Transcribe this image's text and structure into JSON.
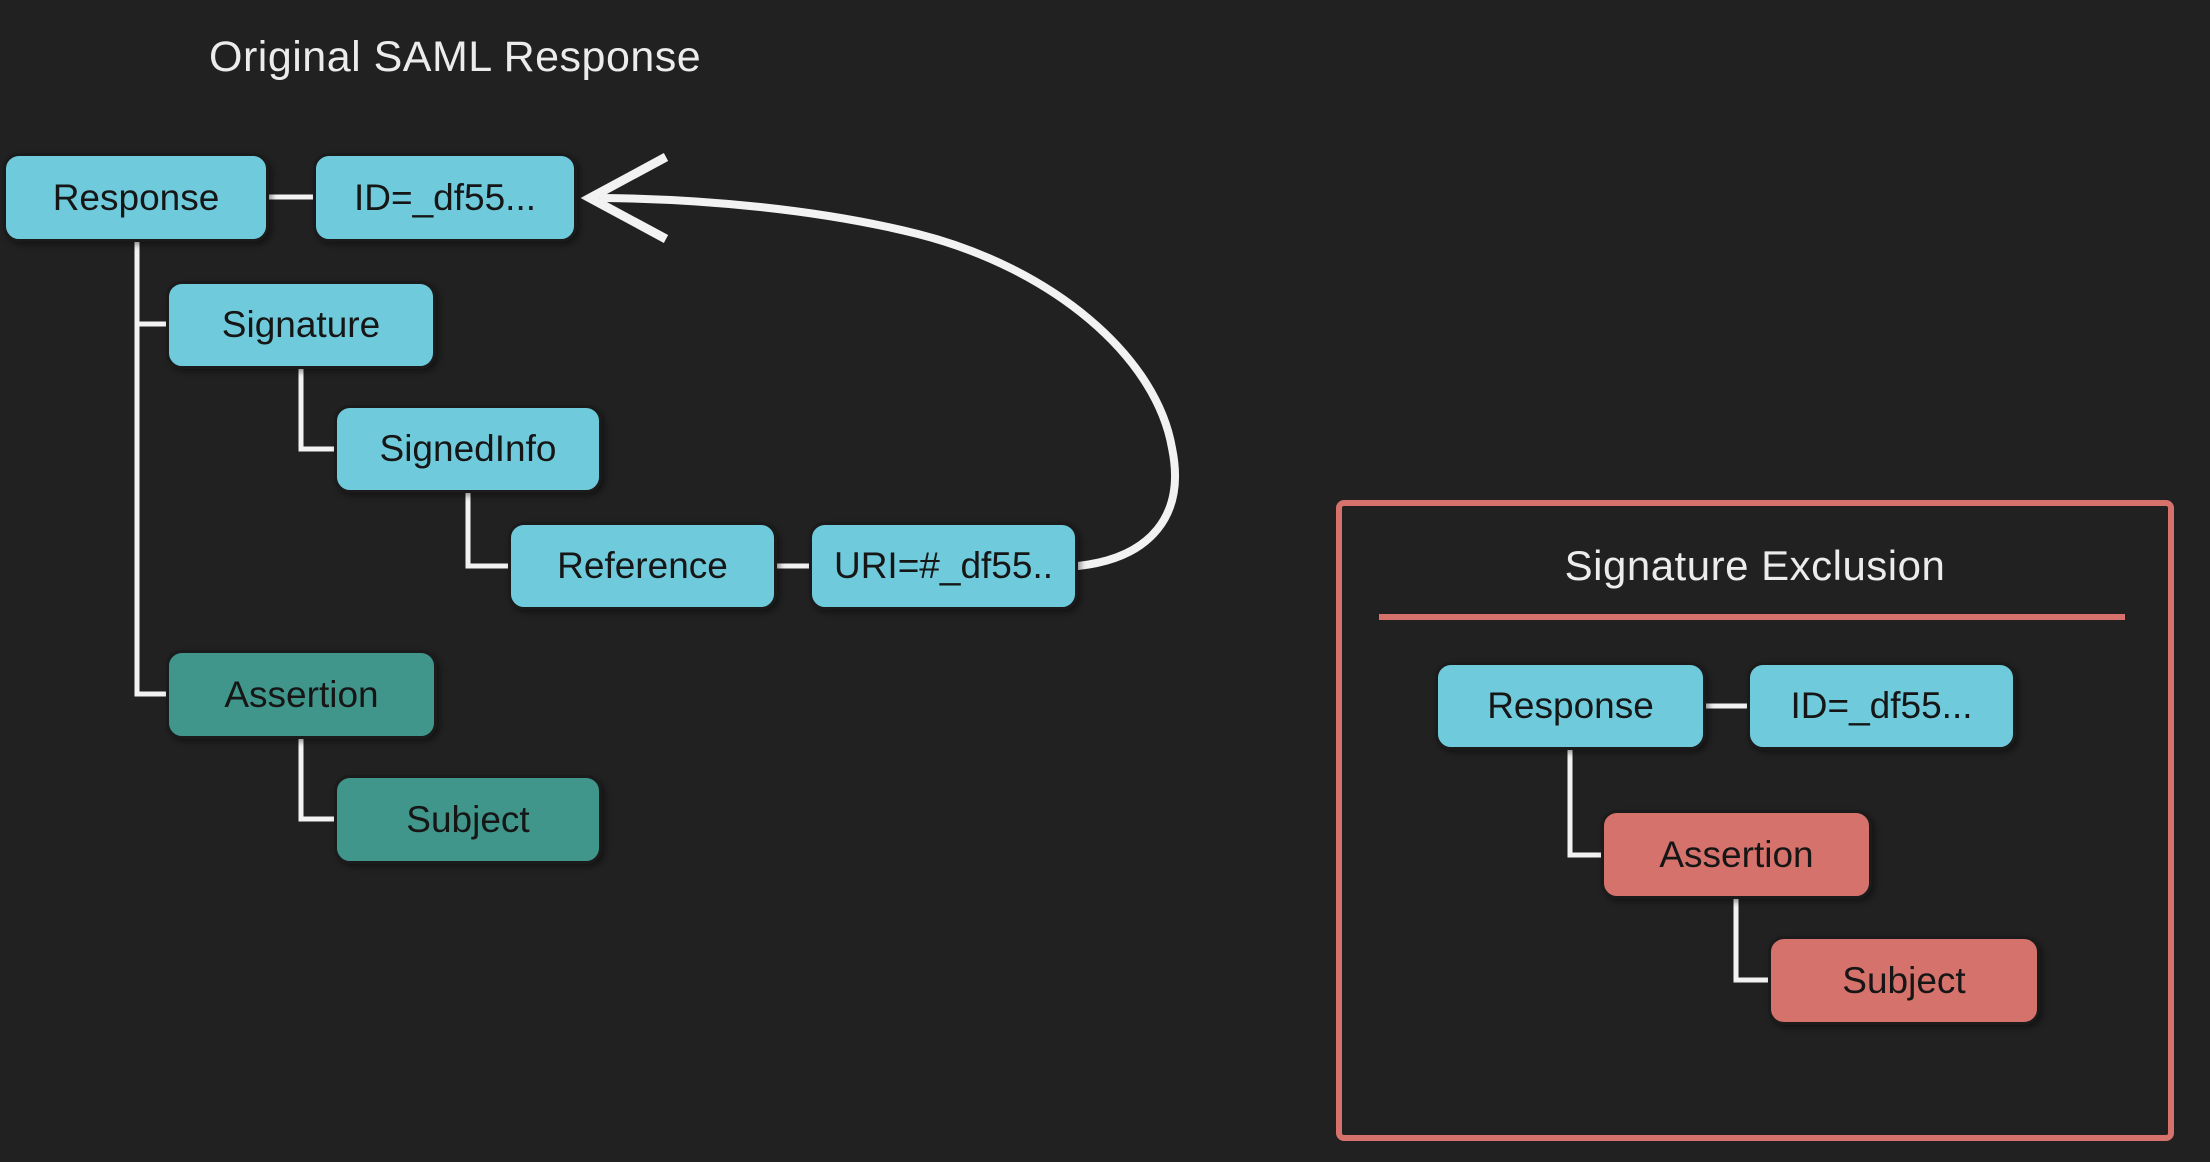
{
  "palette": {
    "background": "#212121",
    "blue": "#6FCBDC",
    "teal": "#40968A",
    "red": "#D5726C",
    "salmon_accent": "#D6726B",
    "line": "#F2F2F2",
    "title_text": "#ECECEC",
    "node_text": "#161616"
  },
  "left": {
    "title": "Original SAML Response",
    "nodes": {
      "response": "Response",
      "id_attr": "ID=_df55...",
      "signature": "Signature",
      "signed_info": "SignedInfo",
      "reference": "Reference",
      "uri_attr": "URI=#_df55..",
      "assertion": "Assertion",
      "subject": "Subject"
    }
  },
  "right": {
    "title": "Signature Exclusion",
    "nodes": {
      "response": "Response",
      "id_attr": "ID=_df55...",
      "assertion": "Assertion",
      "subject": "Subject"
    }
  }
}
